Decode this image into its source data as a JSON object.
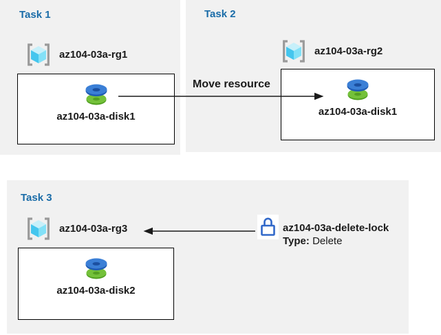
{
  "colors": {
    "panel_bg": "#f1f1f1",
    "title_text": "#1a6ca8",
    "body_text": "#1a1a1a",
    "box_border": "#000000",
    "box_bg": "#ffffff",
    "arrow": "#1a1a1a",
    "bracket_gray": "#9a9a9a",
    "cube_top": "#c7f0fa",
    "cube_left": "#45c6ee",
    "cube_right": "#83e1f7",
    "disk_blue": "#3b7fd6",
    "disk_blue_dark": "#1f5cb4",
    "disk_blue_hole": "#1b4fa0",
    "disk_green": "#74c13a",
    "disk_green_dark": "#4f9e1f",
    "disk_green_hole": "#549f22",
    "lock_blue": "#3168c9",
    "lock_bg": "#ffffff"
  },
  "task1": {
    "title": "Task 1",
    "resource_group": "az104-03a-rg1",
    "disk": "az104-03a-disk1"
  },
  "task2": {
    "title": "Task 2",
    "resource_group": "az104-03a-rg2",
    "disk": "az104-03a-disk1"
  },
  "task3": {
    "title": "Task 3",
    "resource_group": "az104-03a-rg3",
    "disk": "az104-03a-disk2",
    "lock": {
      "name": "az104-03a-delete-lock",
      "type_label": "Type:",
      "type_value": "Delete"
    }
  },
  "move_arrow": {
    "label": "Move resource"
  },
  "icons": {
    "resource_group": "resource-group-icon",
    "disk": "disk-icon",
    "lock": "lock-icon"
  }
}
